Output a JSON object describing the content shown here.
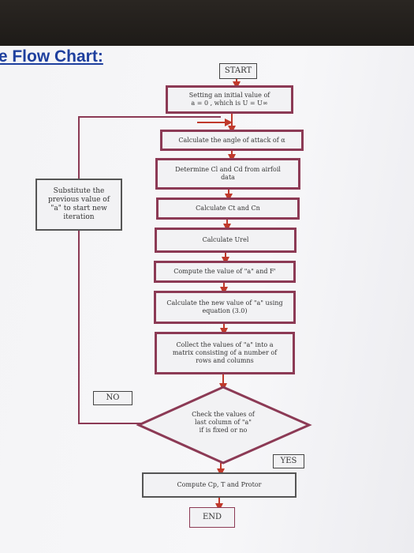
{
  "heading": "le Flow Chart:",
  "nodes": {
    "start": "START",
    "initial": "Setting an initial value of\na = 0 , which is U = U∞",
    "angle": "Calculate the angle of attack of α",
    "determine": "Determine Cl and Cd from airfoil\ndata",
    "substitute": "Substitute the\nprevious value of\n\"a\" to start new\niteration",
    "calc_ct_cn": "Calculate  Ct and Cn",
    "calc_urel": "Calculate Urel",
    "compute_a_f": "Compute the value of \"a\" and F'",
    "calc_new_a": "Calculate the new value of \"a\"  using\nequation (3.0)",
    "collect": "Collect the values of \"a\" into a\nmatrix consisting of a number of\nrows and columns",
    "check": "Check the values of\nlast column of \"a\"\nif is fixed or no",
    "no": "NO",
    "yes": "YES",
    "compute_final": "Compute Cp, T and Protor",
    "end": "END"
  },
  "colors": {
    "box_border": "#8c3a55",
    "arrow": "#c0392b",
    "heading": "#1e3f9e"
  }
}
